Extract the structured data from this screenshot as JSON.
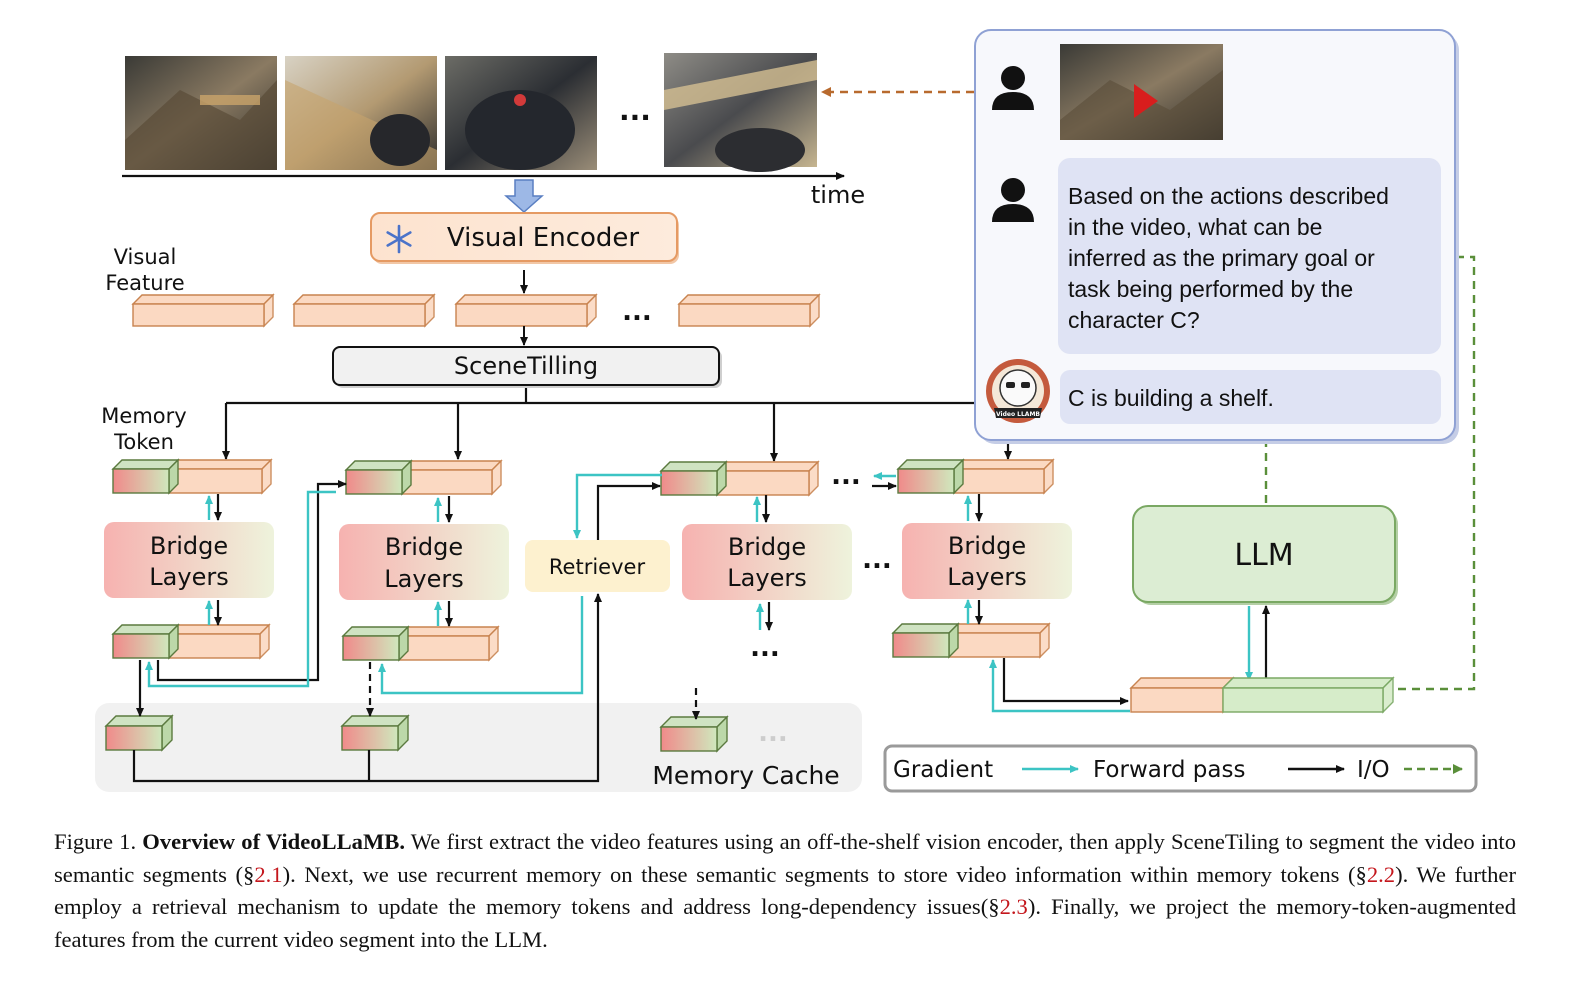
{
  "axis": {
    "time_label": "time",
    "ellipsis": "..."
  },
  "labels": {
    "visual_encoder": "Visual Encoder",
    "visual_feature_line1": "Visual",
    "visual_feature_line2": "Feature",
    "scenetiling": "SceneTilling",
    "memory_token_line1": "Memory",
    "memory_token_line2": "Token",
    "bridge_line1": "Bridge",
    "bridge_line2": "Layers",
    "retriever": "Retriever",
    "llm": "LLM",
    "memory_cache": "Memory Cache",
    "ellipsis": "..."
  },
  "legend": {
    "gradient": "Gradient",
    "forward": "Forward pass",
    "io": "I/O"
  },
  "chat": {
    "question_lines": [
      "Based on the actions described",
      "in the video, what can be",
      "inferred as the primary goal or",
      "task being performed by the",
      "character C?"
    ],
    "answer": "C is building a shelf.",
    "avatar_text": "Video LLAMB"
  },
  "colors": {
    "gradient_arrow": "#3cc4c4",
    "forward_arrow": "#111111",
    "io_arrow": "#5a8f3a",
    "io_video_arrow": "#b86a2e",
    "feature_fill": "#fbd9c2",
    "feature_stroke": "#c8834f",
    "llm_fill": "#d9ecd0",
    "retriever_fill": "#fdf1cf",
    "chat_bubble": "#dfe3f4"
  },
  "caption": {
    "prefix": "Figure 1. ",
    "bold": "Overview of VideoLLaMB.",
    "t1": " We first extract the video features using an off-the-shelf vision encoder, then apply SceneTiling to segment the video into semantic segments (§",
    "r1": "2.1",
    "t2": "). Next, we use recurrent memory on these semantic segments to store video information within memory tokens (§",
    "r2": "2.2",
    "t3": "). We further employ a retrieval mechanism to update the memory tokens and address long-dependency issues(§",
    "r3": "2.3",
    "t4": "). Finally, we project the memory-token-augmented features from the current video segment into the LLM."
  }
}
